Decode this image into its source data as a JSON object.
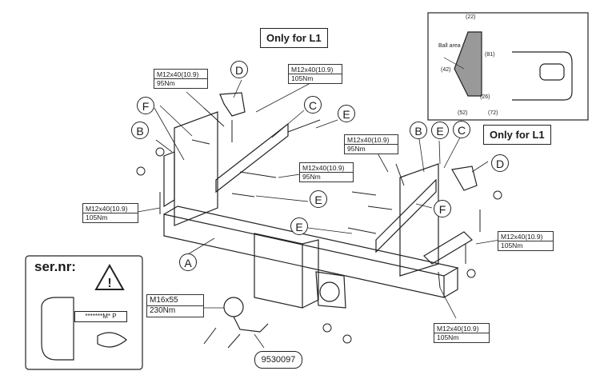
{
  "specs": {
    "bolt_d_top_left": {
      "bolt": "M12x40(10.9)",
      "torque": "95Nm"
    },
    "bolt_d_top_right": {
      "bolt": "M12x40(10.9)",
      "torque": "105Nm"
    },
    "bolt_mid_upper": {
      "bolt": "M12x40(10.9)",
      "torque": "95Nm"
    },
    "bolt_mid_lower": {
      "bolt": "M12x40(10.9)",
      "torque": "95Nm"
    },
    "bolt_left": {
      "bolt": "M12x40(10.9)",
      "torque": "105Nm"
    },
    "bolt_right": {
      "bolt": "M12x40(10.9)",
      "torque": "105Nm"
    },
    "bolt_bottom": {
      "bolt": "M12x40(10.9)",
      "torque": "105Nm"
    },
    "ball_bolt": {
      "bolt": "M16x55",
      "torque": "230Nm"
    }
  },
  "notes": {
    "only_l1_top": "Only for L1",
    "only_l1_right": "Only for L1"
  },
  "callouts": {
    "a": "A",
    "b_left": "B",
    "b_right": "B",
    "c_top": "C",
    "c_right": "C",
    "d_top": "D",
    "d_right": "D",
    "e_top": "E",
    "e_right": "E",
    "e_mid": "E",
    "e_low": "E",
    "f_left": "F",
    "f_right": "F"
  },
  "part_number": "9530097",
  "serial": {
    "label": "ser.nr:",
    "plate": "*******M* P"
  },
  "inset": {
    "ball_area": "Ball area",
    "dims": [
      "(22)",
      "(42)",
      "(81)",
      "(26)",
      "(52)",
      "(72)"
    ]
  },
  "colors": {
    "line": "#222222",
    "bg": "#ffffff"
  }
}
